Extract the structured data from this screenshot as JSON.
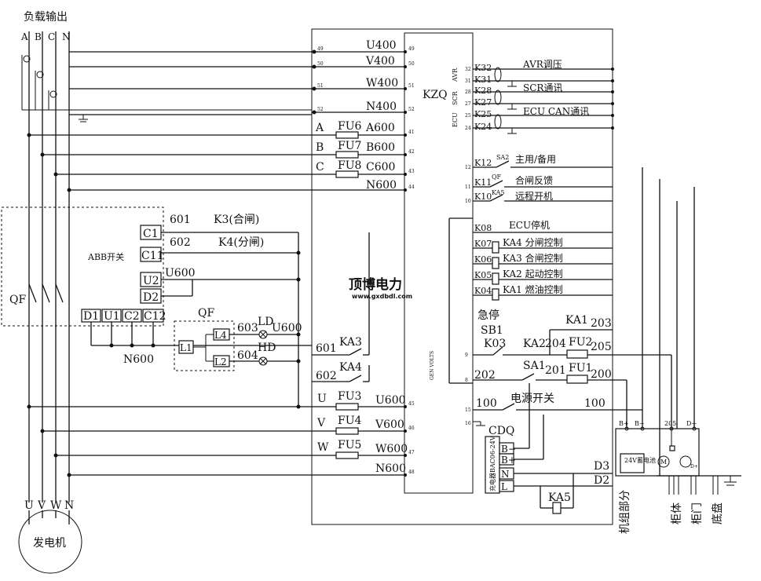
{
  "labels": {
    "load_output": "负载输出",
    "phase_a": "A",
    "phase_b": "B",
    "phase_c": "C",
    "phase_n": "N",
    "u400": "U400",
    "v400": "V400",
    "w400": "W400",
    "n400": "N400",
    "kzq": "KZQ",
    "k32": "K32",
    "k31": "K31",
    "k28": "K28",
    "k27": "K27",
    "k25": "K25",
    "k24": "K24",
    "avr_tuning": "AVR调压",
    "scr_comm": "SCR通讯",
    "ecu_can_comm": "ECU CAN通讯",
    "avr_side": "AVR",
    "scr_side": "SCR",
    "ecu_side": "ECU",
    "a_label": "A",
    "b_label": "B",
    "c_label": "C",
    "fu6": "FU6",
    "fu7": "FU7",
    "fu8": "FU8",
    "a600": "A600",
    "b600": "B600",
    "c600": "C600",
    "n600": "N600",
    "k12": "K12",
    "k11": "K11",
    "k10": "K10",
    "k08": "K08",
    "k07": "K07",
    "k06": "K06",
    "k05": "K05",
    "k04": "K04",
    "sa2": "SA2",
    "qf_small": "QF",
    "ka5_small": "KA5",
    "main_standby": "主用/备用",
    "closing_feedback": "合闸反馈",
    "remote_start": "远程开机",
    "ecu_stop": "ECU停机",
    "ka4_ctrl": "KA4 分闸控制",
    "ka3_ctrl": "KA3 合闸控制",
    "ka2_ctrl": "KA2 起动控制",
    "ka1_ctrl": "KA1 燃油控制",
    "abb_switch": "ABB开关",
    "c1": "C1",
    "c11": "C11",
    "u2": "U2",
    "d2": "D2",
    "d1": "D1",
    "u1": "U1",
    "c2": "C2",
    "c12": "C12",
    "w601": "601",
    "w602": "602",
    "k3_close": "K3(合闸)",
    "k4_open": "K4(分闸)",
    "u600": "U600",
    "qf": "QF",
    "qf_left": "QF",
    "w603": "603",
    "ld": "LD",
    "w604": "604",
    "hd": "HD",
    "l4": "L4",
    "l1": "L1",
    "l2": "L2",
    "n600_left": "N600",
    "w601b": "601",
    "ka3": "KA3",
    "w602b": "602",
    "ka4": "KA4",
    "u_label": "U",
    "v_label": "V",
    "w_label": "W",
    "fu3": "FU3",
    "fu4": "FU4",
    "fu5": "FU5",
    "u600b": "U600",
    "v600": "V600",
    "w600": "W600",
    "n600b": "N600",
    "logo": "顶博电力",
    "logo_url": "www.gxdbdl.com",
    "gen_volts": "GEN VOLTS",
    "emergency_stop": "急停",
    "sb1": "SB1",
    "k03": "K03",
    "ka1": "KA1",
    "w203": "203",
    "ka2": "KA2",
    "w204": "204",
    "fu2": "FU2",
    "w205": "205",
    "sa1": "SA1",
    "w201": "201",
    "fu1": "FU1",
    "w200": "200",
    "w202": "202",
    "w100": "100",
    "power_switch": "电源开关",
    "w100b": "100",
    "cdq": "CDQ",
    "charger": "充电器BAC06-24V",
    "b_minus": "B−",
    "b_plus": "B+",
    "n_term": "N",
    "l_term": "L",
    "d3": "D3",
    "d2_right": "D2",
    "ka5": "KA5",
    "bm_top": "B−",
    "bp_top": "B+",
    "w205_top": "205",
    "dp_top": "D+",
    "battery": "24V蓄电池",
    "motor": "M",
    "dplus_small": "D+",
    "genset_part": "机组部分",
    "cabinet": "柜体",
    "cabinet_door": "柜门",
    "chassis": "底盘",
    "u_gen": "U",
    "v_gen": "V",
    "w_gen": "W",
    "n_gen": "N",
    "generator": "发电机",
    "t49": "49",
    "t50": "50",
    "t51": "51",
    "t52": "52",
    "t41": "41",
    "t42": "42",
    "t43": "43",
    "t44": "44",
    "t45": "45",
    "t46": "46",
    "t47": "47",
    "t48": "48",
    "t32": "32",
    "t31": "31",
    "t28": "28",
    "t27": "27",
    "t25": "25",
    "t24": "24",
    "t12": "12",
    "t11": "11",
    "t10": "10",
    "t9": "9",
    "t8": "8",
    "t15": "15",
    "t16": "16"
  }
}
